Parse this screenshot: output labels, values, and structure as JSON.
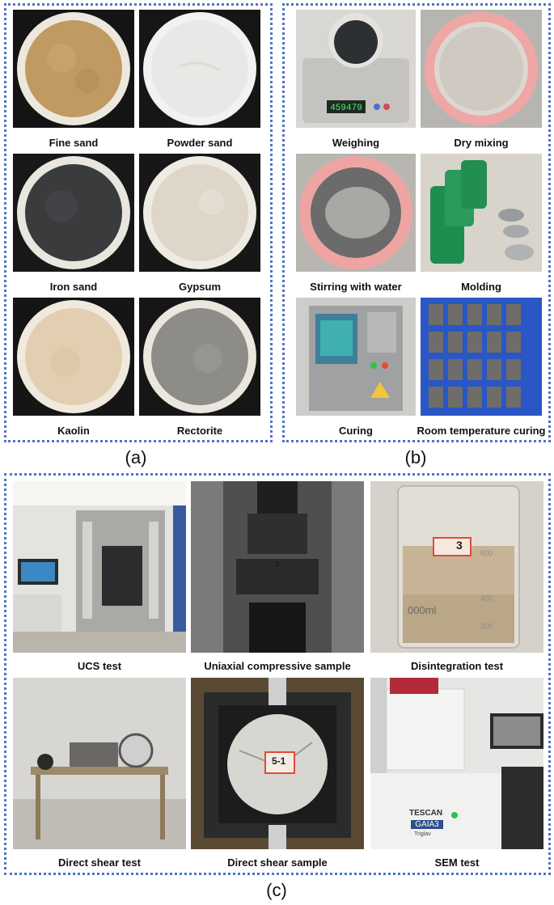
{
  "panels": {
    "a": {
      "label": "(a)",
      "captions": [
        "Fine sand",
        "Powder sand",
        "Iron sand",
        "Gypsum",
        "Kaolin",
        "Rectorite"
      ]
    },
    "b": {
      "label": "(b)",
      "captions": [
        "Weighing",
        "Dry mixing",
        "Stirring with water",
        "Molding",
        "Curing",
        "Room temperature curing"
      ],
      "scale_readout": "459479"
    },
    "c": {
      "label": "(c)",
      "captions": [
        "UCS test",
        "Uniaxial compressive sample",
        "Disintegration test",
        "Direct shear test",
        "Direct shear sample",
        "SEM test"
      ],
      "beaker_marks": [
        "600",
        "400",
        "200"
      ],
      "beaker_volume": "000ml",
      "sample_tag": "3",
      "shear_tag": "5-1",
      "sem_brand": "TESCAN",
      "sem_model": "GAIA3",
      "sem_sub": "Triglav"
    }
  }
}
